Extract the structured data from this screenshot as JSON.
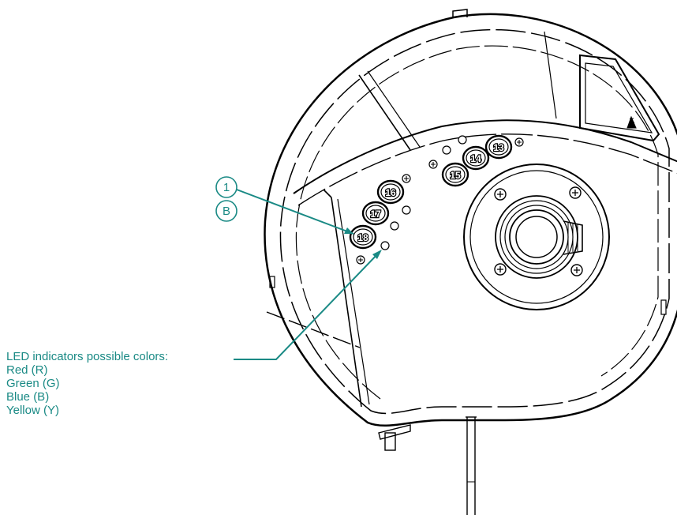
{
  "callouts": {
    "number": "1",
    "letter": "B"
  },
  "buttons": [
    "13",
    "14",
    "15",
    "16",
    "17",
    "18"
  ],
  "legend": {
    "title": "LED indicators possible colors:",
    "colors": [
      "Red (R)",
      "Green (G)",
      "Blue (B)",
      "Yellow (Y)"
    ]
  },
  "colors": {
    "callout": "#1a8a85",
    "outline": "#000000"
  }
}
